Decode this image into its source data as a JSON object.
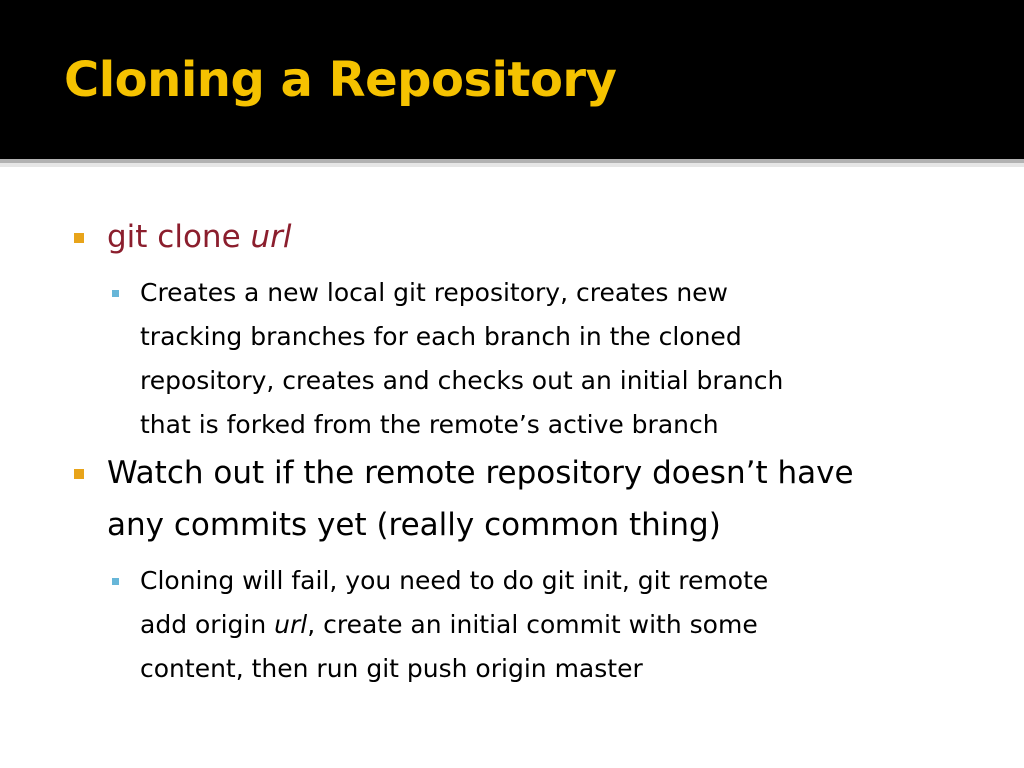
{
  "slide": {
    "title": "Cloning a Repository",
    "bullet1": {
      "command": "git clone ",
      "argument": "url",
      "sub1": {
        "lines": [
          "Creates a new local git repository, creates new",
          "tracking branches for each branch in the cloned",
          "repository, creates and checks out an initial branch",
          "that is forked from the remote’s active branch"
        ]
      }
    },
    "bullet2": {
      "lines": [
        "Watch out if the remote repository doesn’t have",
        "any commits yet (really common thing)"
      ],
      "sub1": {
        "line1": "Cloning will fail, you need to do git init, git remote",
        "line2_before": "add origin ",
        "line2_italic": "url",
        "line2_after": ", create an initial commit with some",
        "line3": "content, then run git push origin master"
      }
    },
    "colors": {
      "title": "#f5c200",
      "title_bar": "#000000",
      "bullet": "#e8a41a",
      "sub_bullet": "#67b6d8",
      "highlight_text": "#8b1e2d"
    }
  }
}
